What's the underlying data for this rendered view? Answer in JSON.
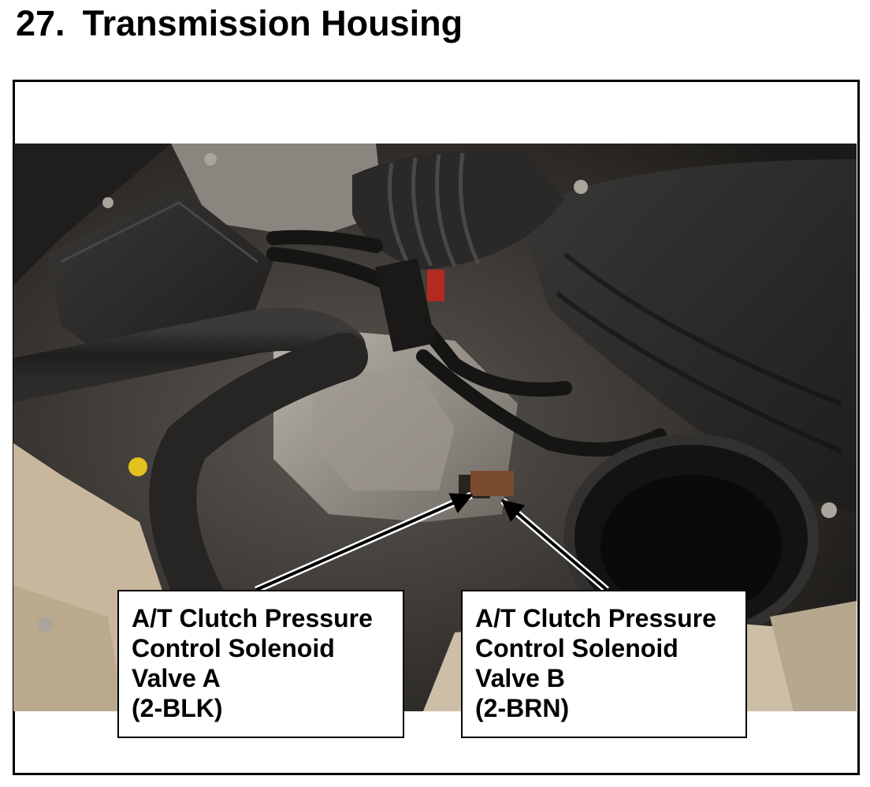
{
  "heading": {
    "number": "27.",
    "title": "Transmission Housing"
  },
  "callouts": [
    {
      "lines": [
        "A/T Clutch Pressure",
        "Control Solenoid",
        "Valve A",
        "(2-BLK)"
      ]
    },
    {
      "lines": [
        "A/T Clutch Pressure",
        "Control Solenoid",
        "Valve B",
        "(2-BRN)"
      ]
    }
  ],
  "colors": {
    "text": "#000000",
    "frame": "#000000",
    "background": "#ffffff"
  }
}
